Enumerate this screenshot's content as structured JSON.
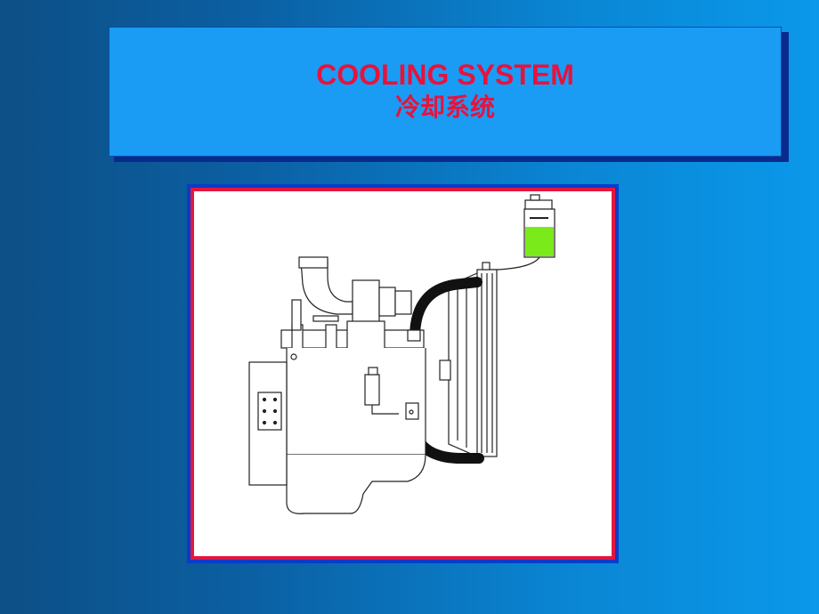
{
  "slide": {
    "title_en": "COOLING SYSTEM",
    "title_cn": "冷却系统"
  },
  "colors": {
    "title_text": "#e8123c",
    "title_box": "#1a9cf4",
    "frame_outer": "#0a3cc8",
    "frame_inner": "#e3163f",
    "coolant": "#7bea1a",
    "hose": "#111111"
  },
  "diagram": {
    "subject": "engine-with-radiator-and-expansion-tank"
  }
}
